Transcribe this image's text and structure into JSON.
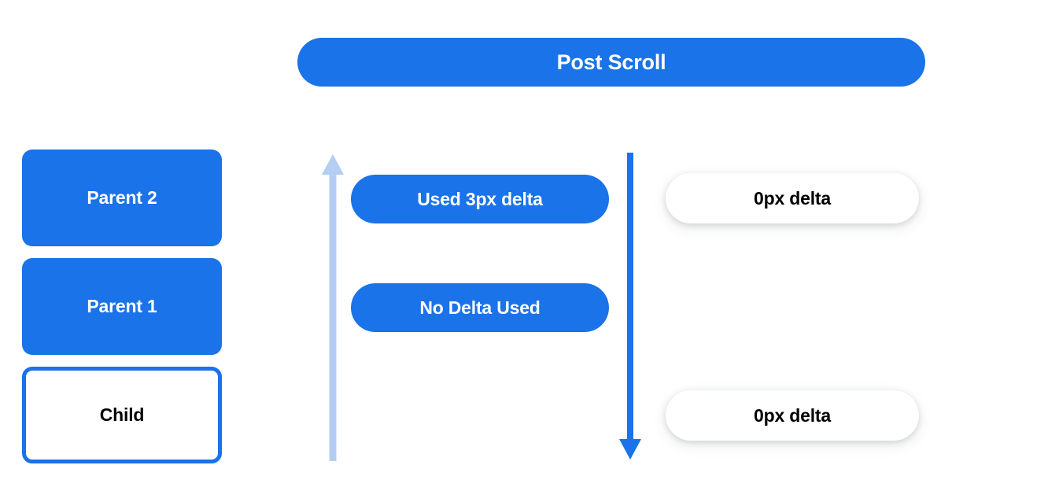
{
  "header": {
    "title": "Post Scroll"
  },
  "colors": {
    "blue": "#1a73e8",
    "light_blue": "#b4cdf2",
    "white": "#ffffff",
    "black": "#000000",
    "background": "#ffffff"
  },
  "scroll_stack": {
    "boxes": [
      {
        "label": "Parent 2",
        "style": "filled"
      },
      {
        "label": "Parent 1",
        "style": "filled"
      },
      {
        "label": "Child",
        "style": "outlined"
      }
    ]
  },
  "arrows": [
    {
      "name": "up-arrow",
      "direction": "up",
      "color": "#b4cdf2"
    },
    {
      "name": "down-arrow",
      "direction": "down",
      "color": "#1a73e8"
    }
  ],
  "middle_column": {
    "pills": [
      {
        "label": "Used 3px delta"
      },
      {
        "label": "No Delta Used"
      }
    ]
  },
  "right_column": {
    "pills": [
      {
        "label": "0px delta"
      },
      {
        "label": "0px delta"
      }
    ]
  }
}
